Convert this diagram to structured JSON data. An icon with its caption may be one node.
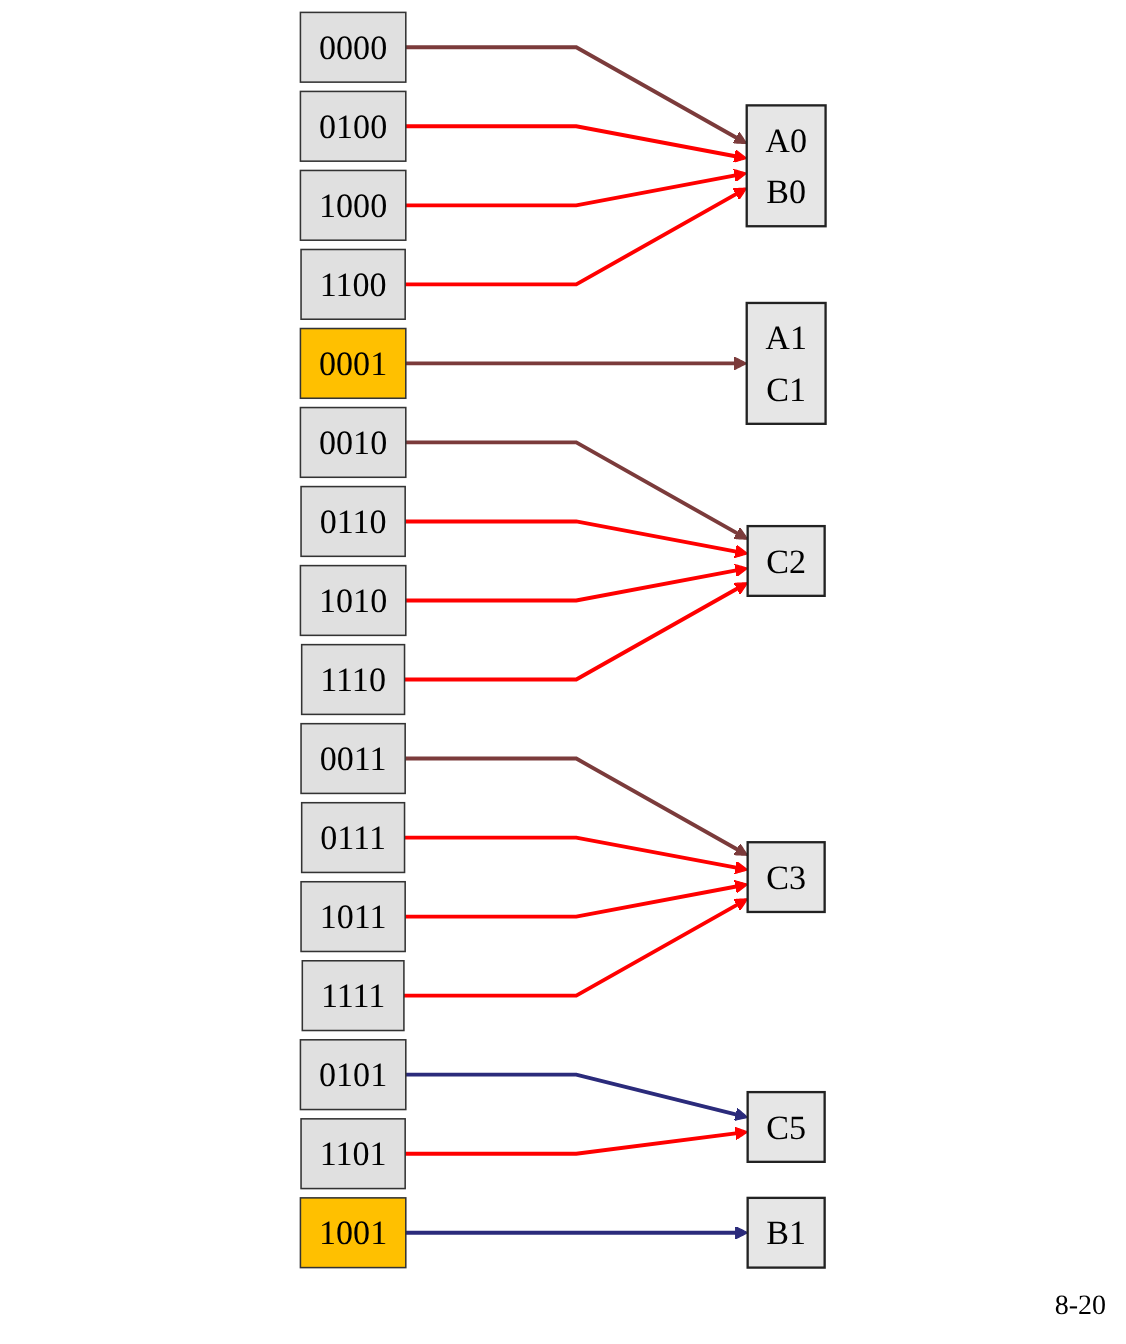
{
  "diagram": {
    "nodes": [
      {
        "text": [
          "0000"
        ]
      },
      {
        "text": [
          "0001"
        ]
      },
      {
        "text": [
          "0010"
        ]
      },
      {
        "text": [
          "0011"
        ]
      },
      {
        "text": [
          "0100"
        ]
      },
      {
        "text": [
          "0101"
        ]
      },
      {
        "text": [
          "0110"
        ]
      },
      {
        "text": [
          "0111"
        ]
      },
      {
        "text": [
          "1000"
        ]
      },
      {
        "text": [
          "1001"
        ]
      },
      {
        "text": [
          "1010"
        ]
      },
      {
        "text": [
          "1011"
        ]
      },
      {
        "text": [
          "1100"
        ]
      },
      {
        "text": [
          "1101"
        ]
      },
      {
        "text": [
          "1110"
        ]
      },
      {
        "text": [
          "1111"
        ]
      },
      {
        "text": [
          "A0",
          "B0"
        ]
      },
      {
        "text": [
          "A1",
          "C1"
        ]
      },
      {
        "text": [
          "C2"
        ]
      },
      {
        "text": [
          "C3"
        ]
      },
      {
        "text": [
          "C5"
        ]
      },
      {
        "text": [
          "B1"
        ]
      }
    ],
    "edges": [
      {
        "from": 0,
        "to": 16,
        "arrow": "to",
        "color": "#7b3b3b"
      },
      {
        "from": 1,
        "to": 17,
        "arrow": "to",
        "color": "#7b3b3b"
      },
      {
        "from": 2,
        "to": 18,
        "arrow": "to",
        "color": "#7b3b3b"
      },
      {
        "from": 3,
        "to": 19,
        "arrow": "to",
        "color": "#7b3b3b"
      },
      {
        "from": 4,
        "to": 16,
        "arrow": "to"
      },
      {
        "from": 5,
        "to": 20,
        "arrow": "to",
        "color": "#2b2b7b"
      },
      {
        "from": 6,
        "to": 18,
        "arrow": "to"
      },
      {
        "from": 7,
        "to": 19,
        "arrow": "to"
      },
      {
        "from": 8,
        "to": 16,
        "arrow": "to"
      },
      {
        "from": 9,
        "to": 21,
        "arrow": "to",
        "color": "#2b2b7b"
      },
      {
        "from": 10,
        "to": 18,
        "arrow": "to"
      },
      {
        "from": 11,
        "to": 19,
        "arrow": "to"
      },
      {
        "from": 12,
        "to": 16,
        "arrow": "to"
      },
      {
        "from": 13,
        "to": 20,
        "arrow": "to"
      },
      {
        "from": 14,
        "to": 18,
        "arrow": "to"
      },
      {
        "from": 15,
        "to": 19,
        "arrow": "to"
      }
    ],
    "labels": [
      "8-20"
    ]
  }
}
